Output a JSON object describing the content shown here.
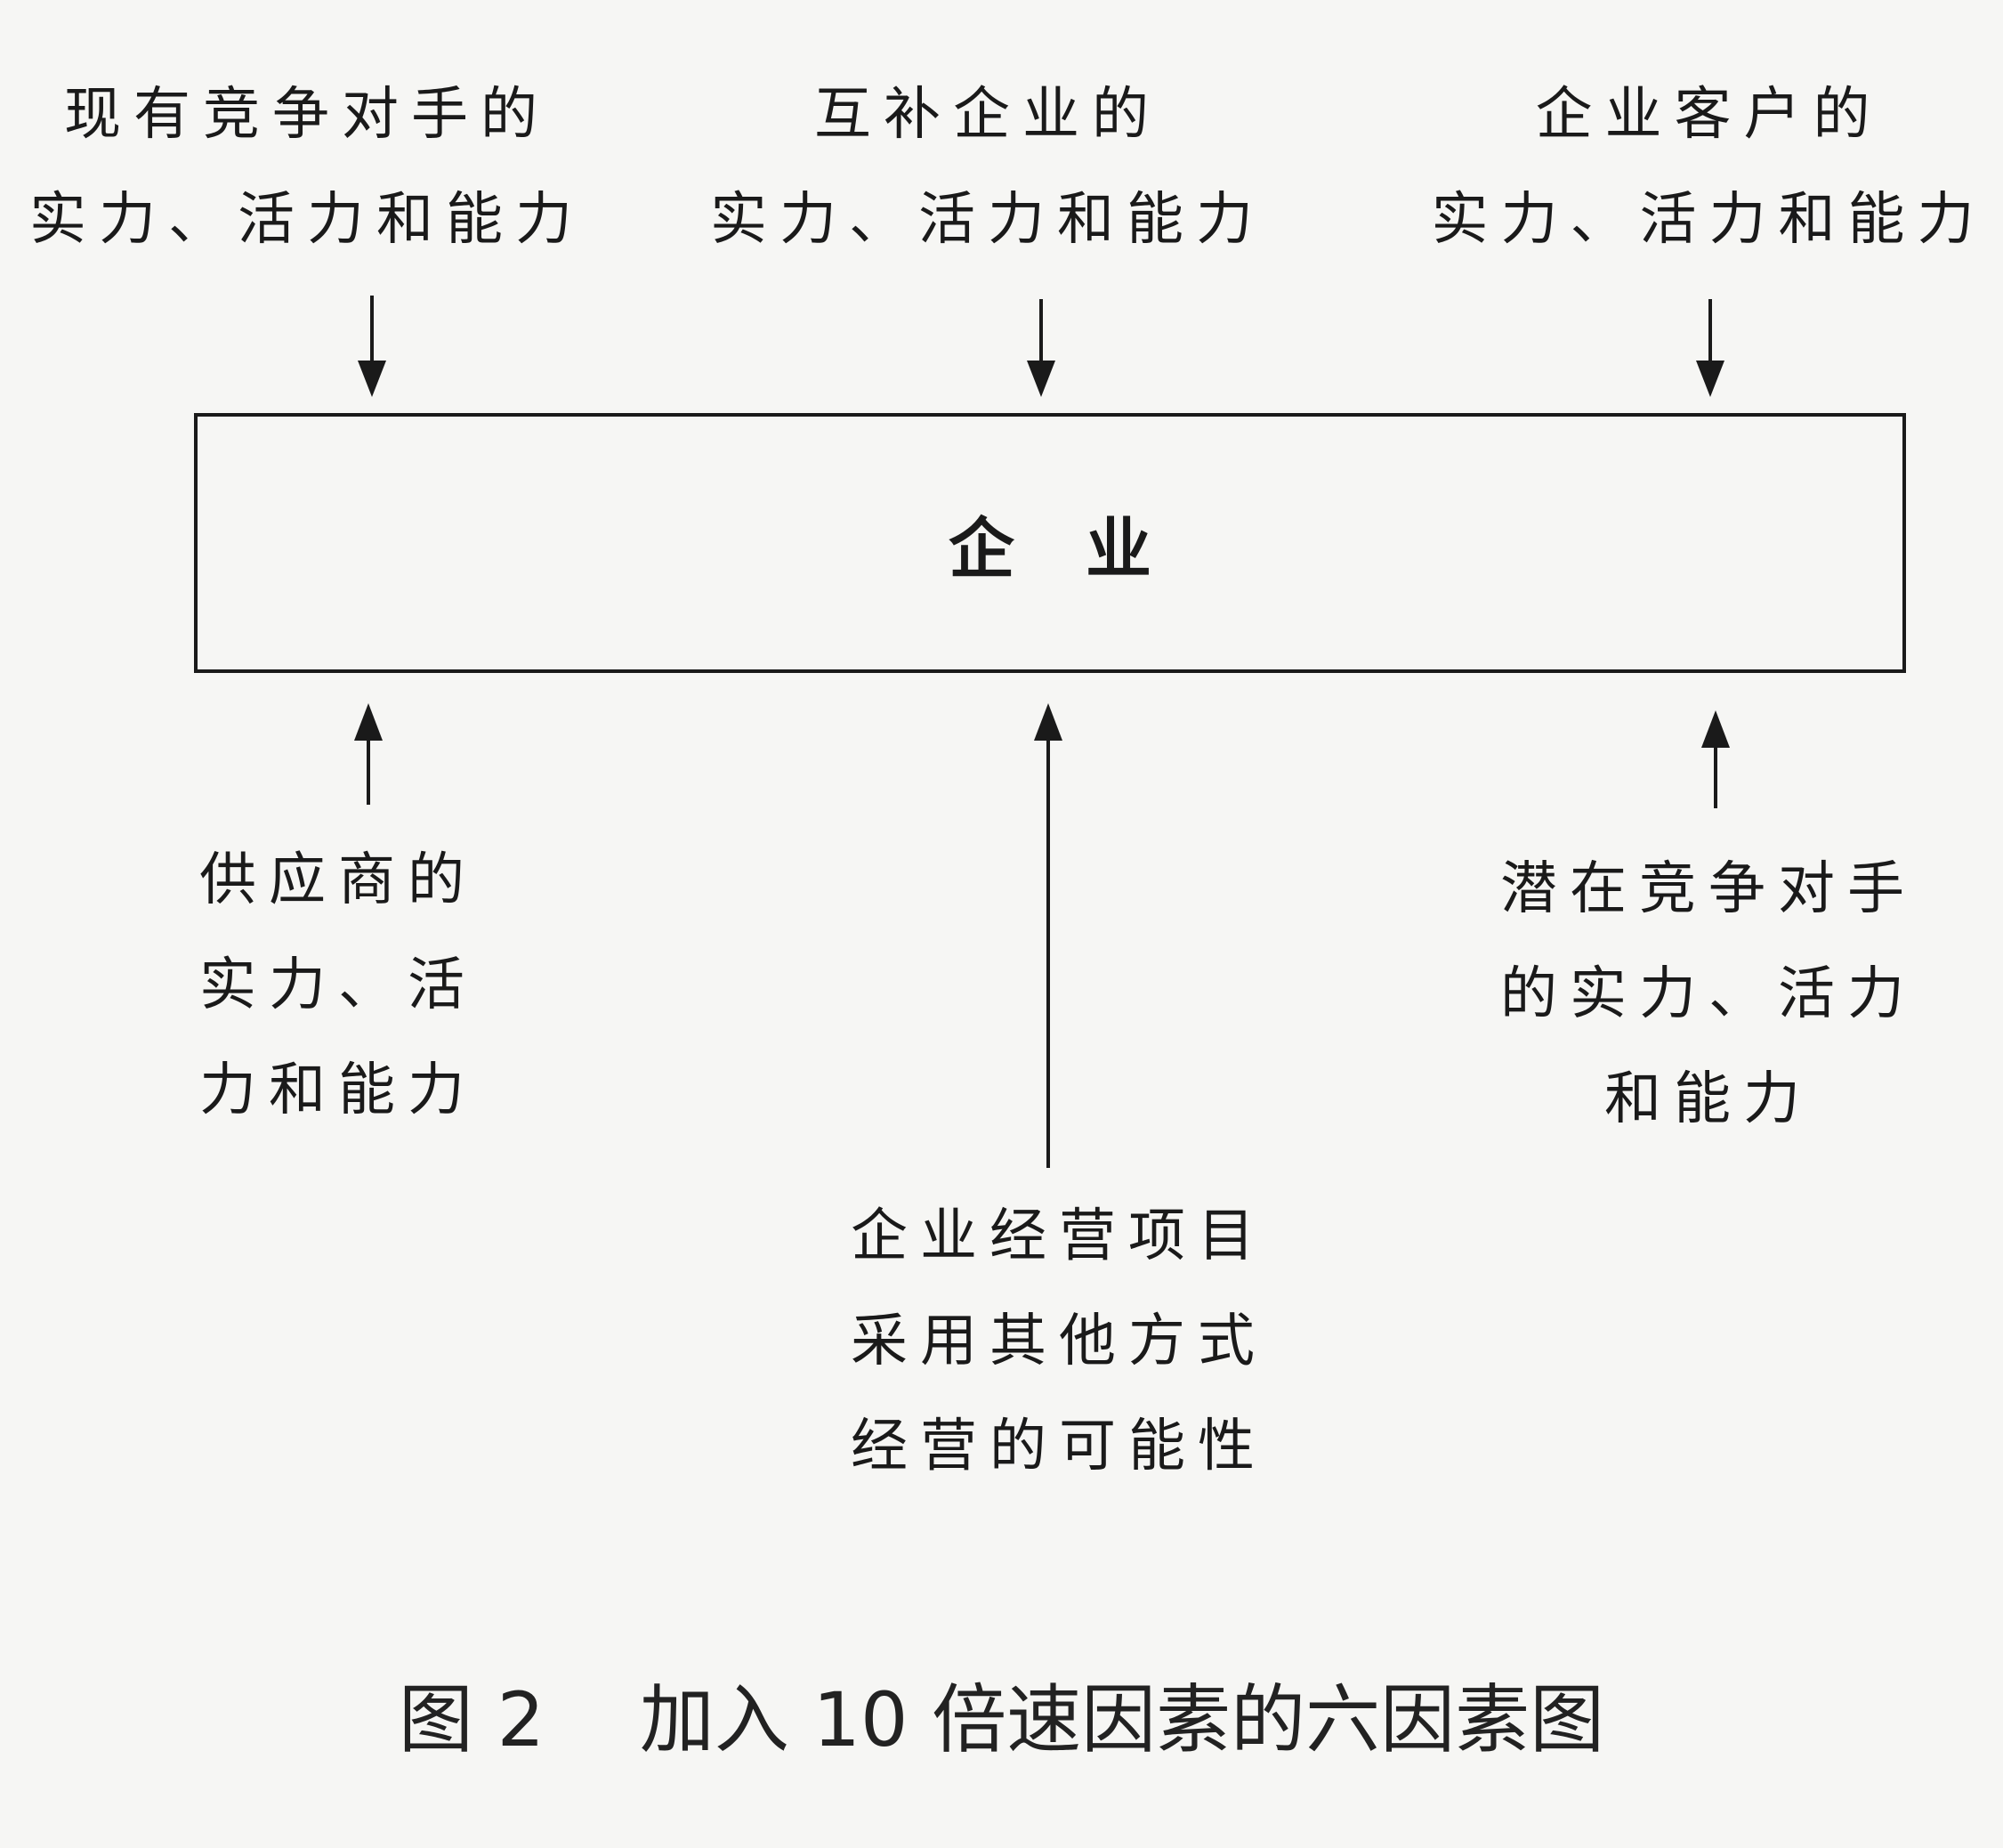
{
  "diagram": {
    "top": [
      {
        "lines": [
          "现有竞争对手的",
          "实力、活力和能力"
        ]
      },
      {
        "lines": [
          "互补企业的",
          "实力、活力和能力"
        ]
      },
      {
        "lines": [
          "企业客户的",
          "实力、活力和能力"
        ]
      }
    ],
    "center": {
      "label": "企业"
    },
    "bottom": [
      {
        "lines": [
          "供应商的",
          "实力、活",
          "力和能力"
        ]
      },
      {
        "lines": [
          "企业经营项目",
          "采用其他方式",
          "经营的可能性"
        ]
      },
      {
        "lines": [
          "潜在竞争对手",
          "的实力、活力",
          "和能力"
        ]
      }
    ]
  },
  "caption": "图 2    加入 10 倍速因素的六因素图"
}
